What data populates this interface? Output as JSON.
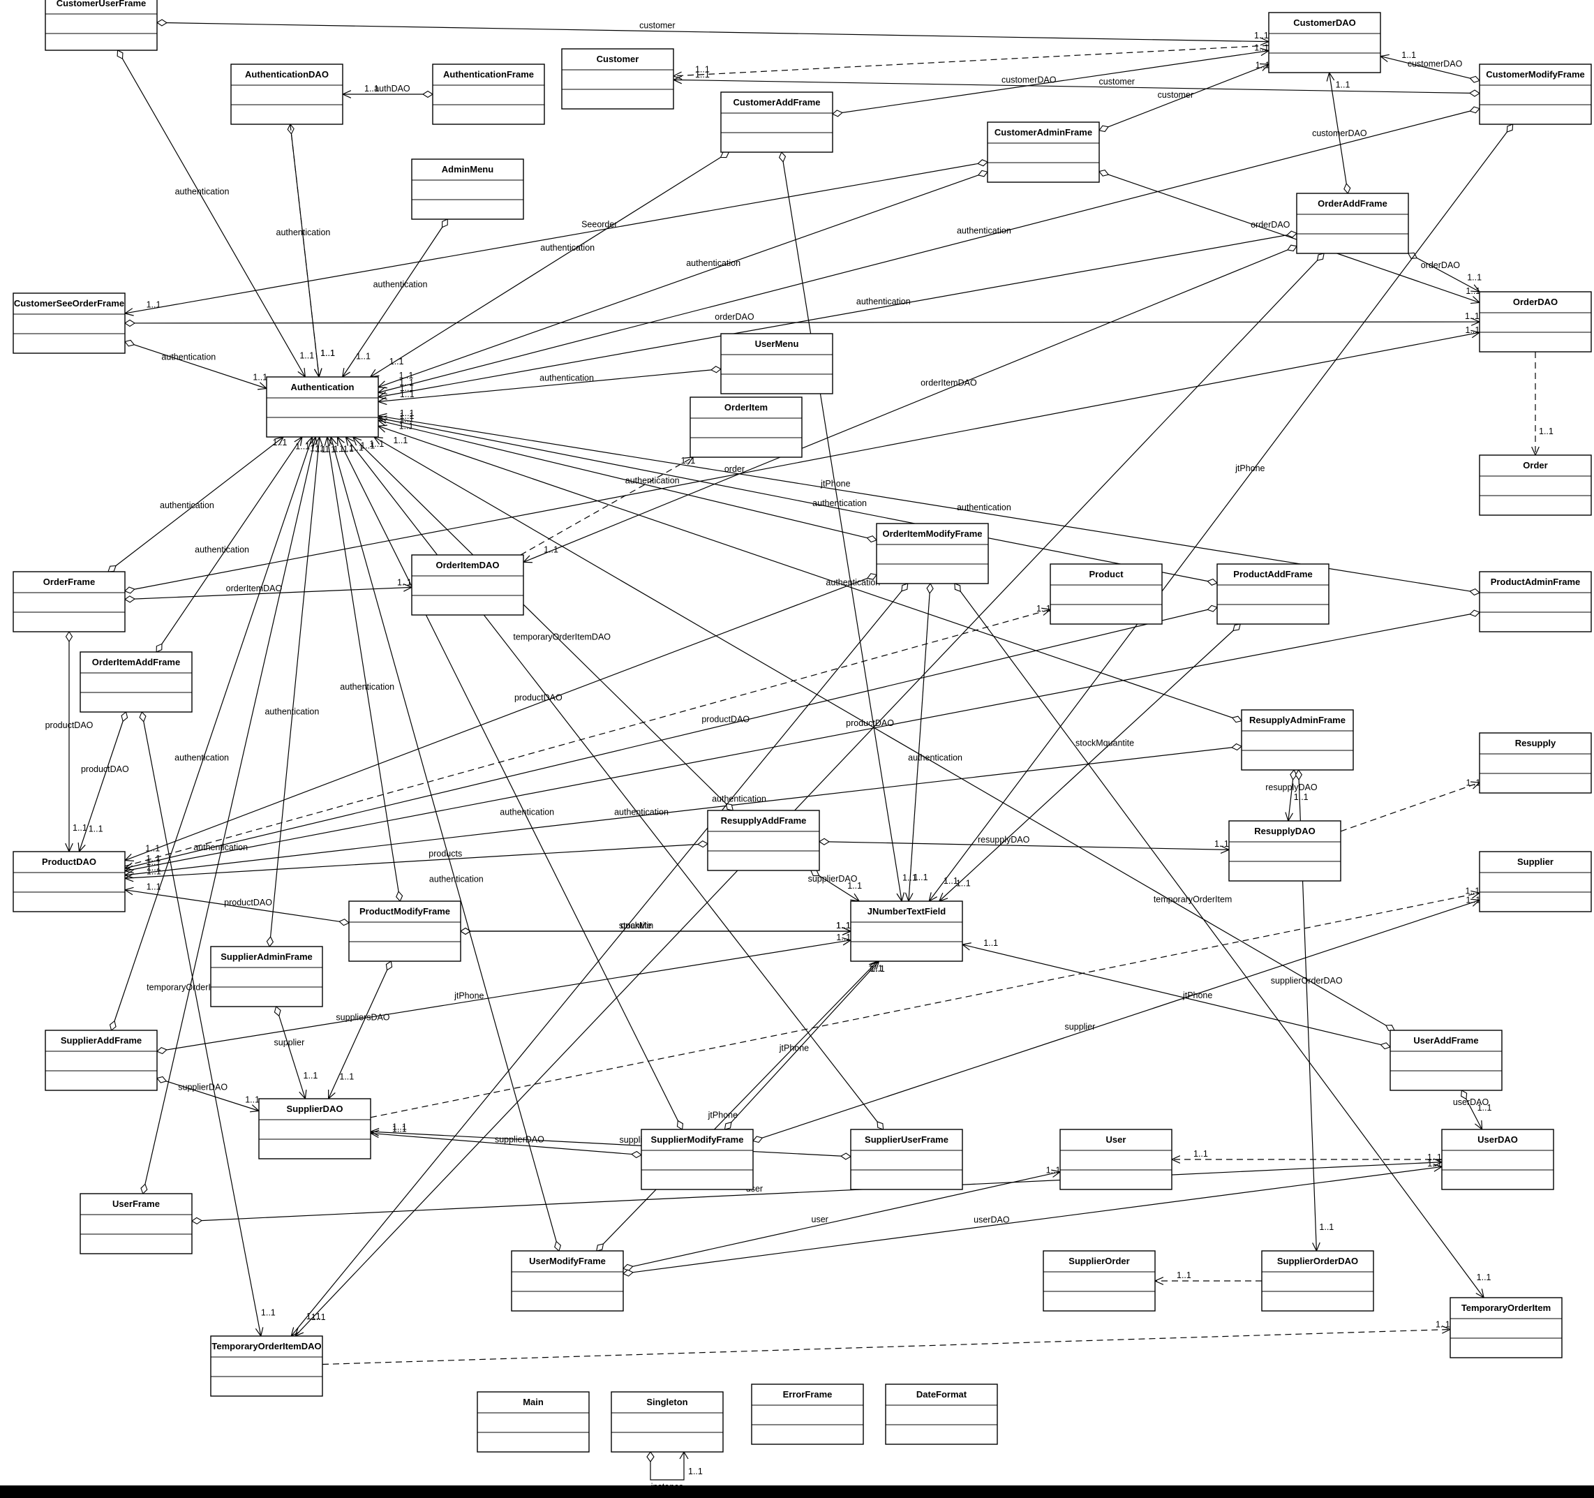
{
  "classes": [
    {
      "id": "CustomerUserFrame",
      "name": "CustomerUserFrame"
    },
    {
      "id": "CustomerDAO",
      "name": "CustomerDAO"
    },
    {
      "id": "Customer",
      "name": "Customer"
    },
    {
      "id": "AuthenticationDAO",
      "name": "AuthenticationDAO"
    },
    {
      "id": "AuthenticationFrame",
      "name": "AuthenticationFrame"
    },
    {
      "id": "CustomerAddFrame",
      "name": "CustomerAddFrame"
    },
    {
      "id": "CustomerModifyFrame",
      "name": "CustomerModifyFrame"
    },
    {
      "id": "CustomerAdminFrame",
      "name": "CustomerAdminFrame"
    },
    {
      "id": "AdminMenu",
      "name": "AdminMenu"
    },
    {
      "id": "OrderAddFrame",
      "name": "OrderAddFrame"
    },
    {
      "id": "CustomerSeeOrderFrame",
      "name": "CustomerSeeOrderFrame"
    },
    {
      "id": "OrderDAO",
      "name": "OrderDAO"
    },
    {
      "id": "UserMenu",
      "name": "UserMenu"
    },
    {
      "id": "Authentication",
      "name": "Authentication"
    },
    {
      "id": "OrderItem",
      "name": "OrderItem"
    },
    {
      "id": "Order",
      "name": "Order"
    },
    {
      "id": "OrderItemModifyFrame",
      "name": "OrderItemModifyFrame"
    },
    {
      "id": "OrderFrame",
      "name": "OrderFrame"
    },
    {
      "id": "OrderItemDAO",
      "name": "OrderItemDAO"
    },
    {
      "id": "Product",
      "name": "Product"
    },
    {
      "id": "ProductAddFrame",
      "name": "ProductAddFrame"
    },
    {
      "id": "ProductAdminFrame",
      "name": "ProductAdminFrame"
    },
    {
      "id": "OrderItemAddFrame",
      "name": "OrderItemAddFrame"
    },
    {
      "id": "ResupplyAdminFrame",
      "name": "ResupplyAdminFrame"
    },
    {
      "id": "Resupply",
      "name": "Resupply"
    },
    {
      "id": "ResupplyAddFrame",
      "name": "ResupplyAddFrame"
    },
    {
      "id": "ResupplyDAO",
      "name": "ResupplyDAO"
    },
    {
      "id": "ProductDAO",
      "name": "ProductDAO"
    },
    {
      "id": "Supplier",
      "name": "Supplier"
    },
    {
      "id": "ProductModifyFrame",
      "name": "ProductModifyFrame"
    },
    {
      "id": "JNumberTextField",
      "name": "JNumberTextField"
    },
    {
      "id": "SupplierAdminFrame",
      "name": "SupplierAdminFrame"
    },
    {
      "id": "SupplierAddFrame",
      "name": "SupplierAddFrame"
    },
    {
      "id": "UserAddFrame",
      "name": "UserAddFrame"
    },
    {
      "id": "SupplierDAO",
      "name": "SupplierDAO"
    },
    {
      "id": "SupplierModifyFrame",
      "name": "SupplierModifyFrame"
    },
    {
      "id": "SupplierUserFrame",
      "name": "SupplierUserFrame"
    },
    {
      "id": "User",
      "name": "User"
    },
    {
      "id": "UserDAO",
      "name": "UserDAO"
    },
    {
      "id": "UserFrame",
      "name": "UserFrame"
    },
    {
      "id": "UserModifyFrame",
      "name": "UserModifyFrame"
    },
    {
      "id": "SupplierOrder",
      "name": "SupplierOrder"
    },
    {
      "id": "SupplierOrderDAO",
      "name": "SupplierOrderDAO"
    },
    {
      "id": "TemporaryOrderItem",
      "name": "TemporaryOrderItem"
    },
    {
      "id": "TemporaryOrderItemDAO",
      "name": "TemporaryOrderItemDAO"
    },
    {
      "id": "Main",
      "name": "Main"
    },
    {
      "id": "Singleton",
      "name": "Singleton"
    },
    {
      "id": "ErrorFrame",
      "name": "ErrorFrame"
    },
    {
      "id": "DateFormat",
      "name": "DateFormat"
    }
  ],
  "relations": [
    {
      "from": "CustomerUserFrame",
      "to": "CustomerDAO",
      "label": "customer",
      "multiplicity": "1..1",
      "kind": "aggregation"
    },
    {
      "from": "CustomerUserFrame",
      "to": "Authentication",
      "label": "authentication",
      "multiplicity": "1..1",
      "kind": "aggregation"
    },
    {
      "from": "CustomerDAO",
      "to": "Customer",
      "label": "",
      "multiplicity": "1..1",
      "kind": "dependency"
    },
    {
      "from": "AuthenticationFrame",
      "to": "AuthenticationDAO",
      "label": "authDAO",
      "multiplicity": "1..1",
      "kind": "aggregation"
    },
    {
      "from": "AuthenticationDAO",
      "to": "Authentication",
      "label": "authentication",
      "multiplicity": "1..1",
      "kind": "aggregation"
    },
    {
      "from": "AuthenticationDAO",
      "to": "Authentication",
      "label": "",
      "multiplicity": "1..1",
      "kind": "dependency"
    },
    {
      "from": "CustomerModifyFrame",
      "to": "CustomerDAO",
      "label": "customerDAO",
      "multiplicity": "1..1",
      "kind": "aggregation"
    },
    {
      "from": "CustomerModifyFrame",
      "to": "Customer",
      "label": "customer",
      "multiplicity": "1..1",
      "kind": "aggregation"
    },
    {
      "from": "CustomerAddFrame",
      "to": "CustomerDAO",
      "label": "customerDAO",
      "multiplicity": "1..1",
      "kind": "aggregation"
    },
    {
      "from": "CustomerAdminFrame",
      "to": "CustomerDAO",
      "label": "customer",
      "multiplicity": "1..1",
      "kind": "aggregation"
    },
    {
      "from": "OrderAddFrame",
      "to": "CustomerDAO",
      "label": "customerDAO",
      "multiplicity": "1..1",
      "kind": "aggregation"
    },
    {
      "from": "AdminMenu",
      "to": "Authentication",
      "label": "authentication",
      "multiplicity": "1..1",
      "kind": "aggregation"
    },
    {
      "from": "CustomerAdminFrame",
      "to": "CustomerSeeOrderFrame",
      "label": "Seeorder",
      "multiplicity": "1..1",
      "kind": "aggregation"
    },
    {
      "from": "CustomerAddFrame",
      "to": "Authentication",
      "label": "authentication",
      "multiplicity": "1..1",
      "kind": "aggregation"
    },
    {
      "from": "CustomerAdminFrame",
      "to": "Authentication",
      "label": "authentication",
      "multiplicity": "1..1",
      "kind": "aggregation"
    },
    {
      "from": "CustomerModifyFrame",
      "to": "Authentication",
      "label": "authentication",
      "multiplicity": "1..1",
      "kind": "aggregation"
    },
    {
      "from": "OrderAddFrame",
      "to": "Authentication",
      "label": "authentication",
      "multiplicity": "1..1",
      "kind": "aggregation"
    },
    {
      "from": "CustomerSeeOrderFrame",
      "to": "OrderDAO",
      "label": "orderDAO",
      "multiplicity": "1..1",
      "kind": "aggregation"
    },
    {
      "from": "CustomerSeeOrderFrame",
      "to": "Authentication",
      "label": "authentication",
      "multiplicity": "1..1",
      "kind": "aggregation"
    },
    {
      "from": "OrderAddFrame",
      "to": "OrderDAO",
      "label": "orderDAO",
      "multiplicity": "1..1",
      "kind": "aggregation"
    },
    {
      "from": "CustomerAdminFrame",
      "to": "OrderDAO",
      "label": "orderDAO",
      "multiplicity": "1..1",
      "kind": "aggregation"
    },
    {
      "from": "UserMenu",
      "to": "Authentication",
      "label": "authentication",
      "multiplicity": "1..1",
      "kind": "aggregation"
    },
    {
      "from": "OrderDAO",
      "to": "Order",
      "label": "",
      "multiplicity": "1..1",
      "kind": "dependency"
    },
    {
      "from": "OrderAddFrame",
      "to": "OrderItemDAO",
      "label": "orderItemDAO",
      "multiplicity": "1..1",
      "kind": "aggregation"
    },
    {
      "from": "OrderFrame",
      "to": "OrderDAO",
      "label": "order",
      "multiplicity": "1..1",
      "kind": "aggregation"
    },
    {
      "from": "OrderItemDAO",
      "to": "OrderItem",
      "label": "",
      "multiplicity": "1..1",
      "kind": "dependency"
    },
    {
      "from": "OrderFrame",
      "to": "Authentication",
      "label": "authentication",
      "multiplicity": "1..1",
      "kind": "aggregation"
    },
    {
      "from": "OrderFrame",
      "to": "OrderItemDAO",
      "label": "orderItemDAO",
      "multiplicity": "1..1",
      "kind": "aggregation"
    },
    {
      "from": "OrderFrame",
      "to": "ProductDAO",
      "label": "productDAO",
      "multiplicity": "1..1",
      "kind": "aggregation"
    },
    {
      "from": "OrderItemAddFrame",
      "to": "Authentication",
      "label": "authentication",
      "multiplicity": "1..1",
      "kind": "aggregation"
    },
    {
      "from": "OrderItemAddFrame",
      "to": "ProductDAO",
      "label": "productDAO",
      "multiplicity": "1..1",
      "kind": "aggregation"
    },
    {
      "from": "OrderItemAddFrame",
      "to": "TemporaryOrderItemDAO",
      "label": "temporaryOrderItemDAO",
      "multiplicity": "1..1",
      "kind": "aggregation"
    },
    {
      "from": "OrderItemModifyFrame",
      "to": "Authentication",
      "label": "authentication",
      "multiplicity": "1..1",
      "kind": "aggregation"
    },
    {
      "from": "OrderItemModifyFrame",
      "to": "ProductDAO",
      "label": "productDAO",
      "multiplicity": "1..1",
      "kind": "aggregation"
    },
    {
      "from": "ProductAddFrame",
      "to": "Authentication",
      "label": "authentication",
      "multiplicity": "1..1",
      "kind": "aggregation"
    },
    {
      "from": "ProductAdminFrame",
      "to": "Authentication",
      "label": "authentication",
      "multiplicity": "1..1",
      "kind": "aggregation"
    },
    {
      "from": "ProductDAO",
      "to": "Product",
      "label": "",
      "multiplicity": "1..1",
      "kind": "dependency"
    },
    {
      "from": "ProductAddFrame",
      "to": "ProductDAO",
      "label": "productDAO",
      "multiplicity": "1..1",
      "kind": "aggregation"
    },
    {
      "from": "ProductAdminFrame",
      "to": "ProductDAO",
      "label": "productDAO",
      "multiplicity": "1..1",
      "kind": "aggregation"
    },
    {
      "from": "ResupplyAdminFrame",
      "to": "Authentication",
      "label": "authentication",
      "multiplicity": "1..1",
      "kind": "aggregation"
    },
    {
      "from": "ResupplyAdminFrame",
      "to": "ProductDAO",
      "label": "authentication",
      "multiplicity": "1..1",
      "kind": "aggregation"
    },
    {
      "from": "ResupplyAdminFrame",
      "to": "ResupplyDAO",
      "label": "resupplyDAO",
      "multiplicity": "1..1",
      "kind": "aggregation"
    },
    {
      "from": "ResupplyAdminFrame",
      "to": "SupplierOrderDAO",
      "label": "supplierOrderDAO",
      "multiplicity": "1..1",
      "kind": "aggregation"
    },
    {
      "from": "ResupplyDAO",
      "to": "Resupply",
      "label": "",
      "multiplicity": "1..1",
      "kind": "dependency"
    },
    {
      "from": "ResupplyAddFrame",
      "to": "ResupplyDAO",
      "label": "resupplyDAO",
      "multiplicity": "1..1",
      "kind": "aggregation"
    },
    {
      "from": "ResupplyAddFrame",
      "to": "ProductDAO",
      "label": "products",
      "multiplicity": "1..1",
      "kind": "aggregation"
    },
    {
      "from": "ResupplyAddFrame",
      "to": "Authentication",
      "label": "temporaryOrderItemDAO",
      "multiplicity": "1..1",
      "kind": "aggregation"
    },
    {
      "from": "ResupplyAddFrame",
      "to": "JNumberTextField",
      "label": "supplierDAO",
      "multiplicity": "1..1",
      "kind": "aggregation"
    },
    {
      "from": "ProductModifyFrame",
      "to": "ProductDAO",
      "label": "productDAO",
      "multiplicity": "1..1",
      "kind": "aggregation"
    },
    {
      "from": "ProductModifyFrame",
      "to": "Authentication",
      "label": "authentication",
      "multiplicity": "1..1",
      "kind": "aggregation"
    },
    {
      "from": "ProductModifyFrame",
      "to": "JNumberTextField",
      "label": "stockMin",
      "multiplicity": "1..1",
      "kind": "aggregation"
    },
    {
      "from": "ProductModifyFrame",
      "to": "JNumberTextField",
      "label": "quantite",
      "multiplicity": "1..1",
      "kind": "aggregation"
    },
    {
      "from": "ProductModifyFrame",
      "to": "SupplierDAO",
      "label": "suppliersDAO",
      "multiplicity": "1..1",
      "kind": "aggregation"
    },
    {
      "from": "ProductAddFrame",
      "to": "JNumberTextField",
      "label": "stockMquantite",
      "multiplicity": "1..1",
      "kind": "aggregation"
    },
    {
      "from": "CustomerAddFrame",
      "to": "JNumberTextField",
      "label": "jtPhone",
      "multiplicity": "1..1",
      "kind": "aggregation"
    },
    {
      "from": "CustomerModifyFrame",
      "to": "JNumberTextField",
      "label": "jtPhone",
      "multiplicity": "1..1",
      "kind": "aggregation"
    },
    {
      "from": "SupplierAdminFrame",
      "to": "SupplierDAO",
      "label": "supplier",
      "multiplicity": "1..1",
      "kind": "aggregation"
    },
    {
      "from": "SupplierAdminFrame",
      "to": "Authentication",
      "label": "authentication",
      "multiplicity": "1..1",
      "kind": "aggregation"
    },
    {
      "from": "SupplierAddFrame",
      "to": "SupplierDAO",
      "label": "supplierDAO",
      "multiplicity": "1..1",
      "kind": "aggregation"
    },
    {
      "from": "SupplierAddFrame",
      "to": "JNumberTextField",
      "label": "jtPhone",
      "multiplicity": "1..1",
      "kind": "aggregation"
    },
    {
      "from": "SupplierAddFrame",
      "to": "Authentication",
      "label": "authentication",
      "multiplicity": "1..1",
      "kind": "aggregation"
    },
    {
      "from": "SupplierDAO",
      "to": "Supplier",
      "label": "",
      "multiplicity": "1..1",
      "kind": "dependency"
    },
    {
      "from": "SupplierModifyFrame",
      "to": "SupplierDAO",
      "label": "supplierDAO",
      "multiplicity": "1..1",
      "kind": "aggregation"
    },
    {
      "from": "SupplierModifyFrame",
      "to": "Supplier",
      "label": "supplier",
      "multiplicity": "1..1",
      "kind": "aggregation"
    },
    {
      "from": "SupplierModifyFrame",
      "to": "JNumberTextField",
      "label": "jtPhone",
      "multiplicity": "1..1",
      "kind": "aggregation"
    },
    {
      "from": "SupplierModifyFrame",
      "to": "Authentication",
      "label": "authentication",
      "multiplicity": "1..1",
      "kind": "aggregation"
    },
    {
      "from": "SupplierUserFrame",
      "to": "SupplierDAO",
      "label": "supplier",
      "multiplicity": "1..1",
      "kind": "aggregation"
    },
    {
      "from": "SupplierUserFrame",
      "to": "Authentication",
      "label": "authentication",
      "multiplicity": "1..1",
      "kind": "aggregation"
    },
    {
      "from": "UserAddFrame",
      "to": "JNumberTextField",
      "label": "jtPhone",
      "multiplicity": "1..1",
      "kind": "aggregation"
    },
    {
      "from": "UserAddFrame",
      "to": "UserDAO",
      "label": "userDAO",
      "multiplicity": "1..1",
      "kind": "aggregation"
    },
    {
      "from": "UserAddFrame",
      "to": "Authentication",
      "label": "authentication",
      "multiplicity": "1..1",
      "kind": "aggregation"
    },
    {
      "from": "UserDAO",
      "to": "User",
      "label": "",
      "multiplicity": "1..1",
      "kind": "dependency"
    },
    {
      "from": "UserFrame",
      "to": "UserDAO",
      "label": "user",
      "multiplicity": "1..1",
      "kind": "aggregation"
    },
    {
      "from": "UserFrame",
      "to": "Authentication",
      "label": "authentication",
      "multiplicity": "1..1",
      "kind": "aggregation"
    },
    {
      "from": "UserModifyFrame",
      "to": "User",
      "label": "user",
      "multiplicity": "1..1",
      "kind": "aggregation"
    },
    {
      "from": "UserModifyFrame",
      "to": "UserDAO",
      "label": "userDAO",
      "multiplicity": "1..1",
      "kind": "aggregation"
    },
    {
      "from": "UserModifyFrame",
      "to": "JNumberTextField",
      "label": "jtPhone",
      "multiplicity": "1..1",
      "kind": "aggregation"
    },
    {
      "from": "UserModifyFrame",
      "to": "Authentication",
      "label": "authentication",
      "multiplicity": "1..1",
      "kind": "aggregation"
    },
    {
      "from": "SupplierOrderDAO",
      "to": "SupplierOrder",
      "label": "",
      "multiplicity": "1..1",
      "kind": "dependency"
    },
    {
      "from": "TemporaryOrderItemDAO",
      "to": "TemporaryOrderItem",
      "label": "",
      "multiplicity": "1..1",
      "kind": "dependency"
    },
    {
      "from": "OrderItemModifyFrame",
      "to": "TemporaryOrderItem",
      "label": "temporaryOrderItem",
      "multiplicity": "1..1",
      "kind": "aggregation"
    },
    {
      "from": "OrderAddFrame",
      "to": "TemporaryOrderItemDAO",
      "label": "",
      "multiplicity": "1..1",
      "kind": "aggregation"
    },
    {
      "from": "OrderItemModifyFrame",
      "to": "TemporaryOrderItemDAO",
      "label": "",
      "multiplicity": "1..1",
      "kind": "aggregation"
    },
    {
      "from": "OrderItemModifyFrame",
      "to": "JNumberTextField",
      "label": "",
      "multiplicity": "1..1",
      "kind": "aggregation"
    },
    {
      "from": "Singleton",
      "to": "Singleton",
      "label": "instance",
      "multiplicity": "1..1",
      "kind": "aggregation"
    }
  ]
}
